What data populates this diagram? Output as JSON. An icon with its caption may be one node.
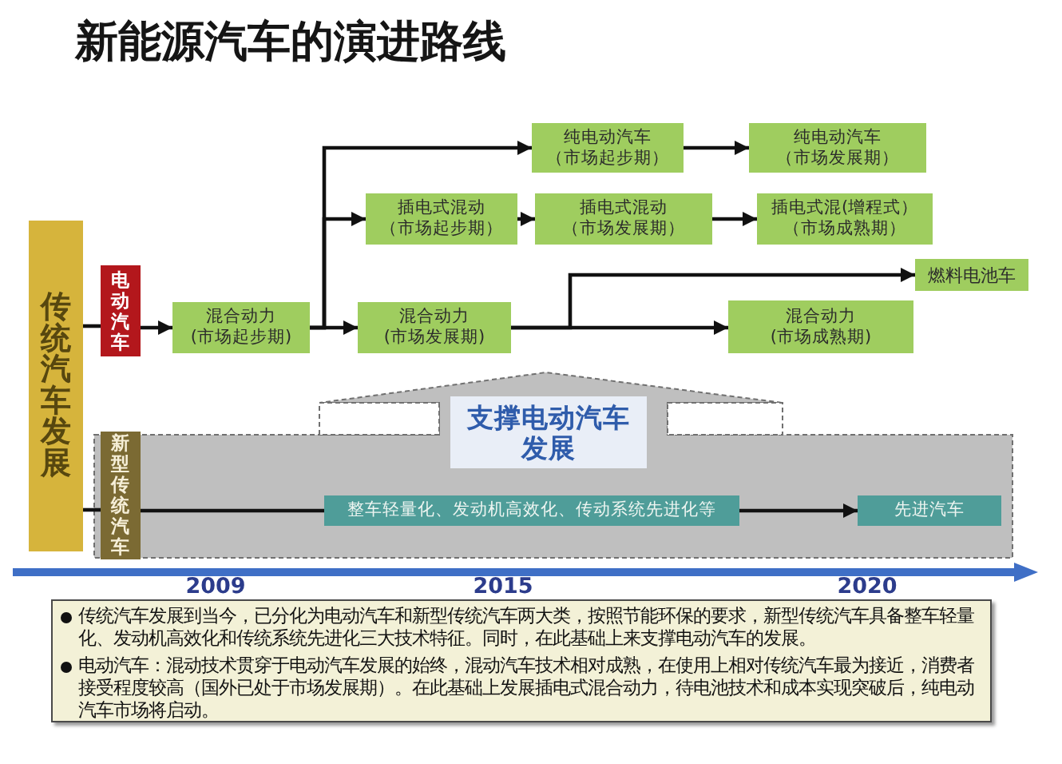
{
  "diagram": {
    "title": "新能源汽车的演进路线",
    "nodes": [
      {
        "text": [
          "传统汽车发展"
        ]
      },
      {
        "text": [
          "电动汽车"
        ]
      },
      {
        "text": [
          "混合动力",
          "(市场起步期)"
        ]
      },
      {
        "text": [
          "纯电动汽车",
          "（市场起步期）"
        ]
      },
      {
        "text": [
          "纯电动汽车",
          "（市场发展期）"
        ]
      },
      {
        "text": [
          "插电式混动",
          "（市场起步期）"
        ]
      },
      {
        "text": [
          "插电式混动",
          "（市场发展期）"
        ]
      },
      {
        "text": [
          "插电式混(增程式）",
          "（市场成熟期）"
        ]
      },
      {
        "text": [
          "燃料电池车"
        ]
      },
      {
        "text": [
          "混合动力",
          "(市场发展期)"
        ]
      },
      {
        "text": [
          "混合动力",
          "(市场成熟期)"
        ]
      },
      {
        "text": [
          "支撑电动汽车发展"
        ]
      },
      {
        "text": [
          "新型传统汽车"
        ],
        "in": 11
      },
      {
        "text": [
          "整车轻量化、发动机高效化、传动系统先进化等"
        ],
        "in": 11
      },
      {
        "text": [
          "先进汽车"
        ],
        "in": 11
      },
      {
        "text": [
          "传统汽车发展到当今，已分化为电动汽车和新型传统汽车两大类，按照节能环保的要求，新型传统汽车具备整车轻量化、发动机高效化和传统系统先进化三大技术特征。同时，在此基础上来支撑电动汽车的发展。",
          "电动汽车：混动技术贯穿于电动汽车发展的始终，混动汽车技术相对成熟，在使用上相对传统汽车最为接近，消费者接受程度较高（国外已处于市场发展期）。在此基础上发展插电式混合动力，待电池技术和成本实现突破后，纯电动汽车市场将启动。"
        ]
      }
    ],
    "edges": [
      {
        "from": 0,
        "to": 1,
        "arrow": "none"
      },
      {
        "from": 1,
        "to": 2,
        "arrow": "to"
      },
      {
        "from": 2,
        "to": 9,
        "arrow": "to"
      },
      {
        "from": 2,
        "to": 5,
        "arrow": "to"
      },
      {
        "from": 2,
        "to": 3,
        "arrow": "to"
      },
      {
        "from": 3,
        "to": 4,
        "arrow": "to"
      },
      {
        "from": 5,
        "to": 6,
        "arrow": "to"
      },
      {
        "from": 6,
        "to": 7,
        "arrow": "to"
      },
      {
        "from": 9,
        "to": 10,
        "arrow": "to"
      },
      {
        "from": 9,
        "to": 8,
        "arrow": "to"
      },
      {
        "from": 0,
        "to": 12,
        "arrow": "none"
      },
      {
        "from": 12,
        "to": 13,
        "arrow": "none"
      },
      {
        "from": 13,
        "to": 14,
        "arrow": "to"
      }
    ],
    "labels": [
      "2009",
      "2015",
      "2020"
    ]
  }
}
